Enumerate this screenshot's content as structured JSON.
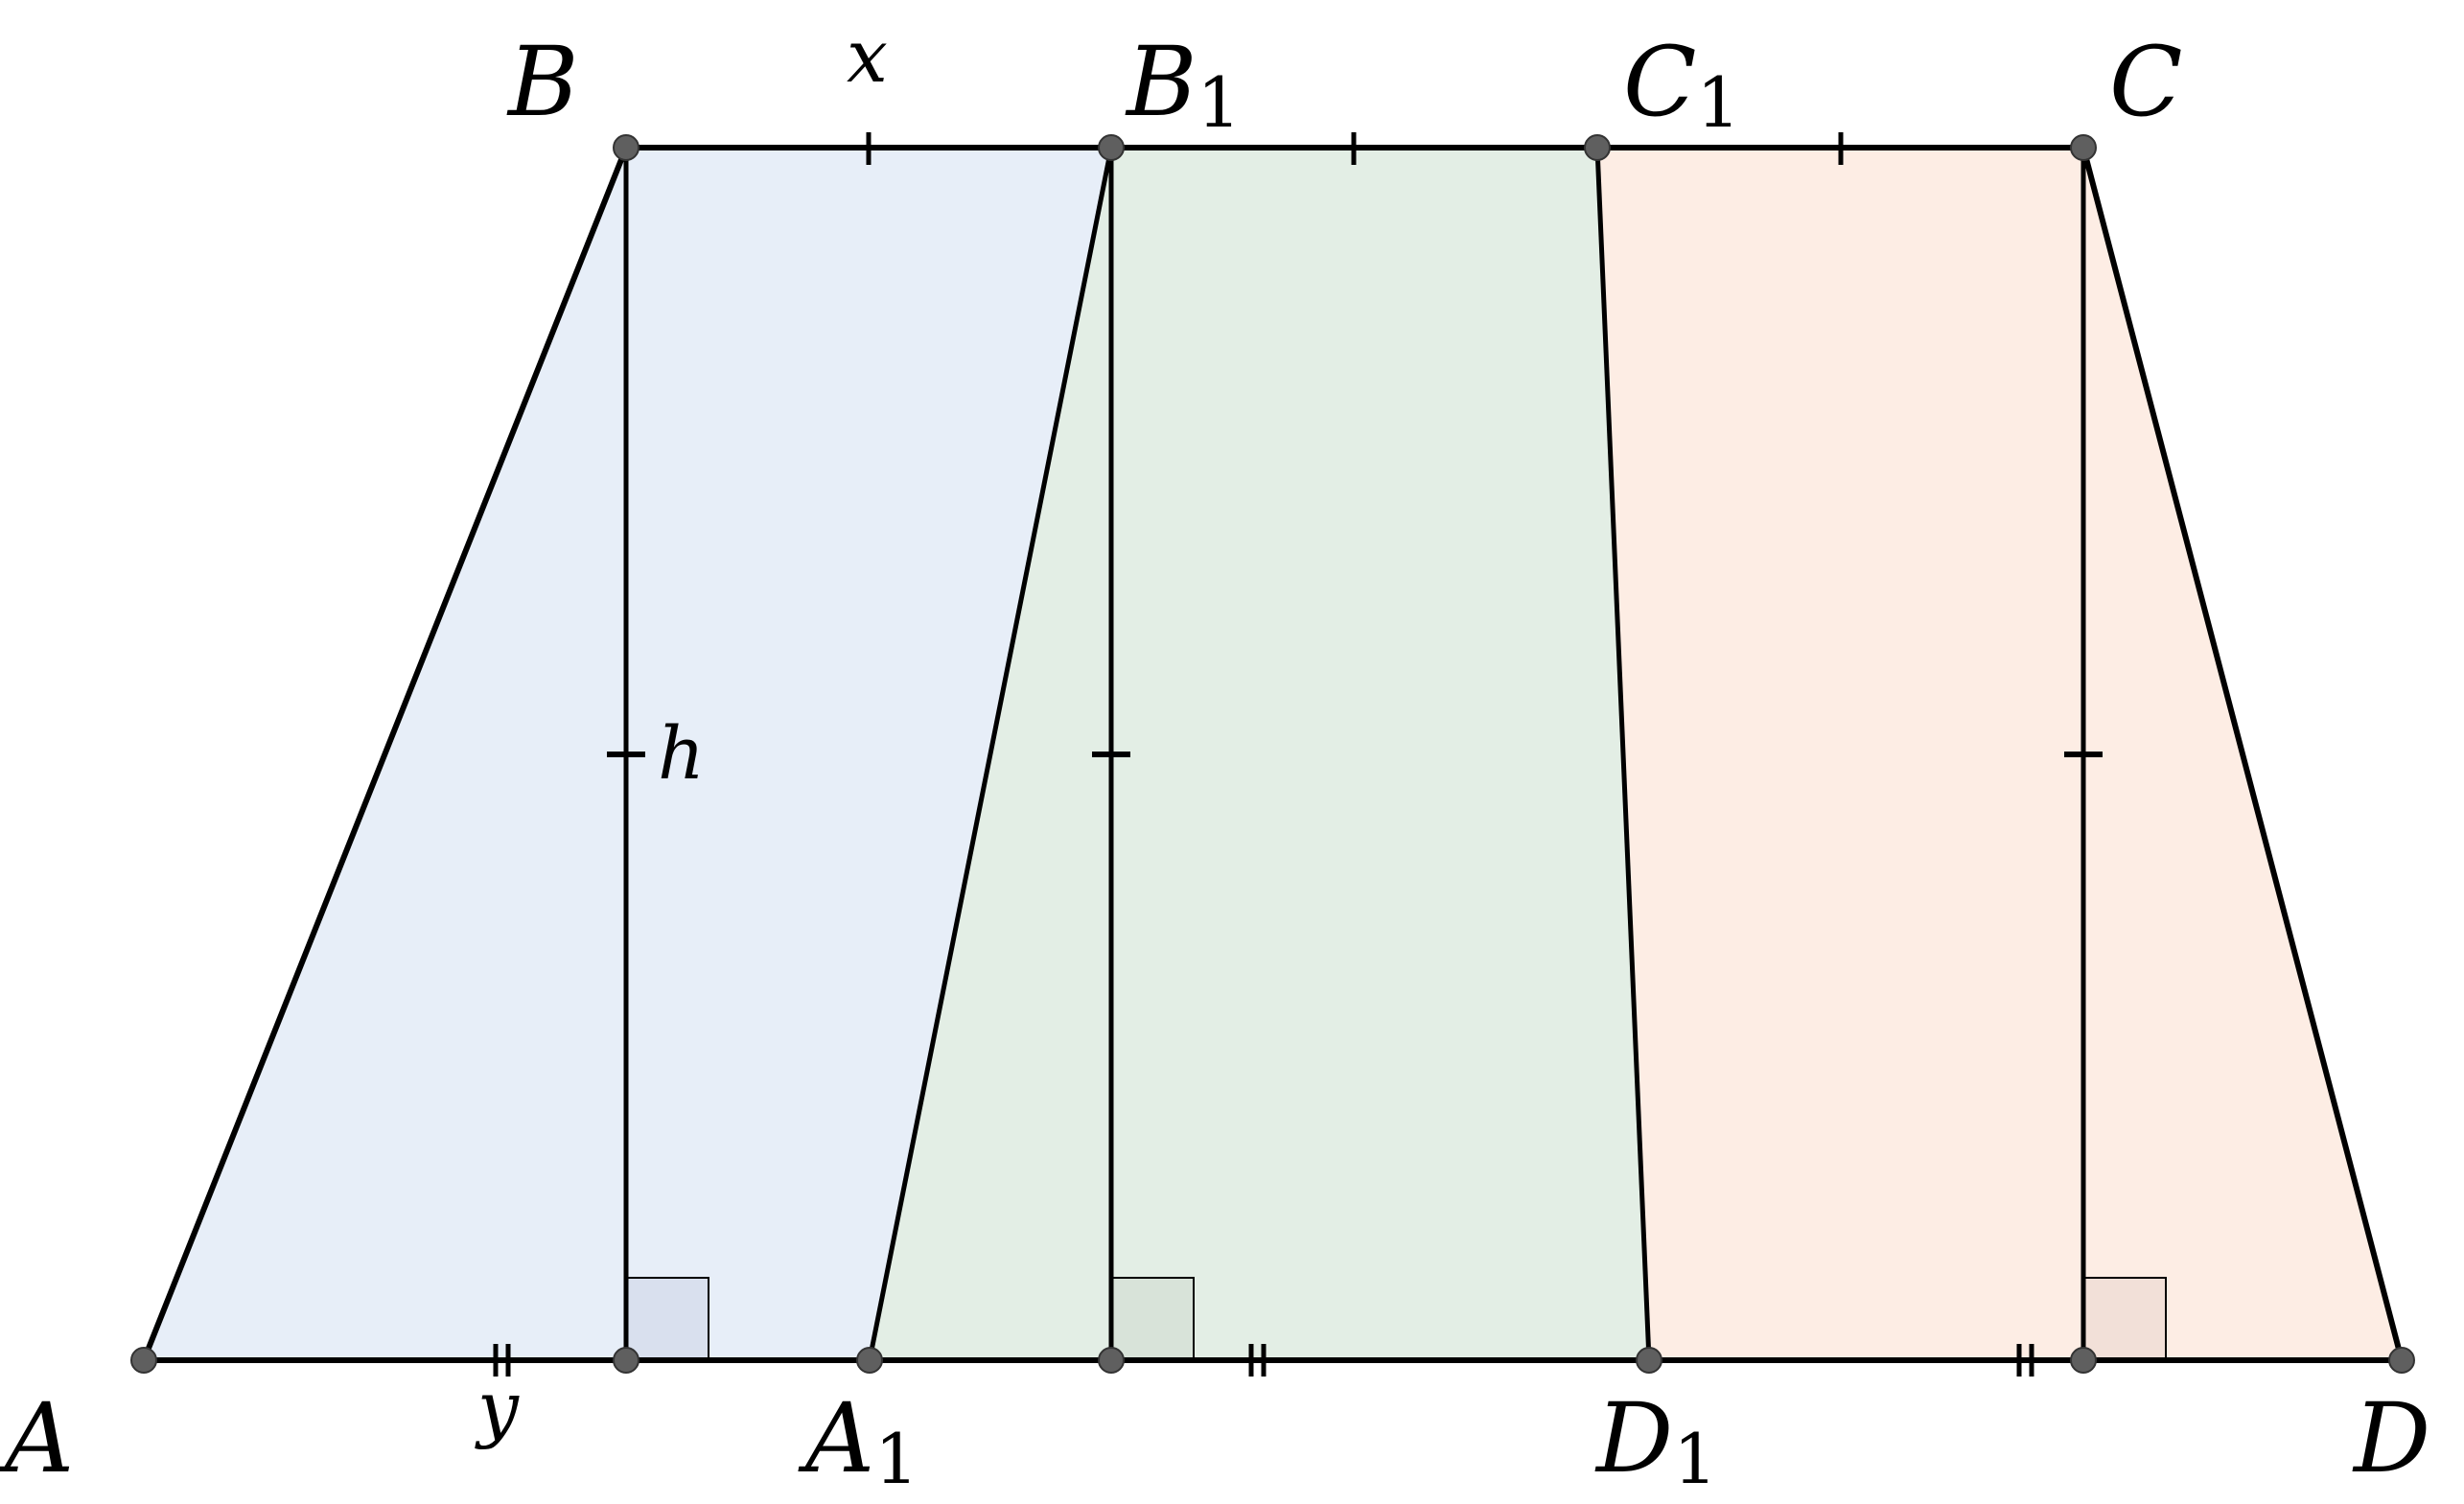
{
  "colors": {
    "blue_fill": "#e7eef8",
    "green_fill": "#e3eee5",
    "orange_fill": "#fdede4",
    "stroke": "#000000",
    "point": "#5f5f5f",
    "right_angle_blue": "#d9e0ee",
    "right_angle_green": "#d8e3d9",
    "right_angle_orange": "#f2e0d8"
  },
  "labels": {
    "B": "B",
    "B1_main": "B",
    "B1_sub": "1",
    "C1_main": "C",
    "C1_sub": "1",
    "C": "C",
    "A": "A",
    "A1_main": "A",
    "A1_sub": "1",
    "D1_main": "D",
    "D1_sub": "1",
    "D": "D",
    "x": "x",
    "y": "y",
    "h": "h"
  }
}
